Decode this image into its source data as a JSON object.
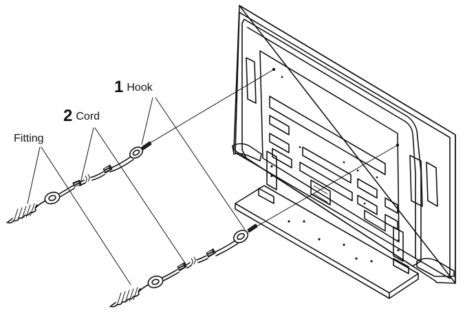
{
  "labels": {
    "hook": {
      "number": "1",
      "text": "Hook"
    },
    "cord": {
      "number": "2",
      "text": "Cord"
    },
    "fitting": {
      "text": "Fitting"
    }
  },
  "colors": {
    "line": "#111111",
    "background": "#ffffff"
  }
}
